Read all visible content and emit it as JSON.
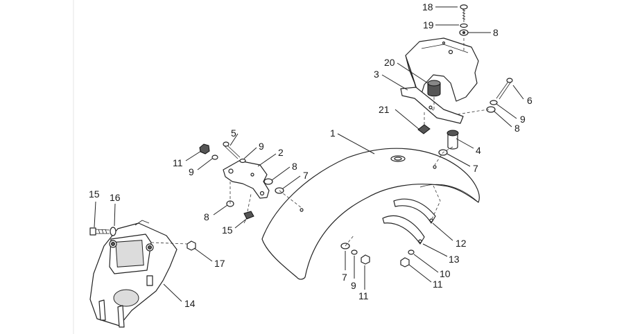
{
  "diagram": {
    "callouts": [
      {
        "id": "c18",
        "text": "18"
      },
      {
        "id": "c19",
        "text": "19"
      },
      {
        "id": "c8a",
        "text": "8"
      },
      {
        "id": "c20",
        "text": "20"
      },
      {
        "id": "c3",
        "text": "3"
      },
      {
        "id": "c6",
        "text": "6"
      },
      {
        "id": "c9a",
        "text": "9"
      },
      {
        "id": "c8b",
        "text": "8"
      },
      {
        "id": "c21",
        "text": "21"
      },
      {
        "id": "c1",
        "text": "1"
      },
      {
        "id": "c4",
        "text": "4"
      },
      {
        "id": "c7a",
        "text": "7"
      },
      {
        "id": "c5",
        "text": "5"
      },
      {
        "id": "c9b",
        "text": "9"
      },
      {
        "id": "c11a",
        "text": "11"
      },
      {
        "id": "c2",
        "text": "2"
      },
      {
        "id": "c9c",
        "text": "9"
      },
      {
        "id": "c8c",
        "text": "8"
      },
      {
        "id": "c7b",
        "text": "7"
      },
      {
        "id": "c15a",
        "text": "15"
      },
      {
        "id": "c16",
        "text": "16"
      },
      {
        "id": "c8d",
        "text": "8"
      },
      {
        "id": "c15b",
        "text": "15"
      },
      {
        "id": "c17",
        "text": "17"
      },
      {
        "id": "c12",
        "text": "12"
      },
      {
        "id": "c13",
        "text": "13"
      },
      {
        "id": "c10",
        "text": "10"
      },
      {
        "id": "c11b",
        "text": "11"
      },
      {
        "id": "c7c",
        "text": "7"
      },
      {
        "id": "c9d",
        "text": "9"
      },
      {
        "id": "c11c",
        "text": "11"
      },
      {
        "id": "c14",
        "text": "14"
      }
    ]
  }
}
